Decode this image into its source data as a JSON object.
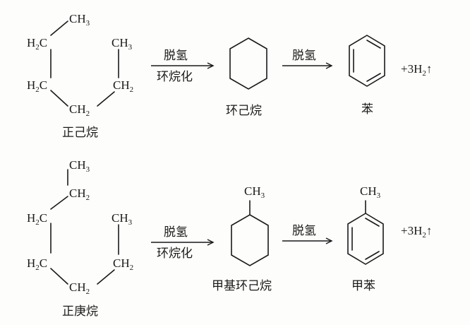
{
  "reaction1": {
    "reactant": {
      "name": "正己烷",
      "groups": {
        "top": {
          "main": "CH",
          "sub": "3"
        },
        "upper_left": {
          "pre": "H",
          "sub": "2",
          "post": "C"
        },
        "upper_right": {
          "main": "CH",
          "sub": "3"
        },
        "mid_left": {
          "pre": "H",
          "sub": "2",
          "post": "C"
        },
        "mid_right": {
          "main": "CH",
          "sub": "2"
        },
        "bottom": {
          "main": "CH",
          "sub": "2"
        }
      }
    },
    "step1": {
      "line1": "脱氢",
      "line2": "环烷化"
    },
    "intermediate": {
      "name": "环己烷"
    },
    "step2": {
      "label": "脱氢"
    },
    "product": {
      "name": "苯"
    },
    "byproduct": {
      "pre": "+3H",
      "sub": "2",
      "arrow": "↑"
    }
  },
  "reaction2": {
    "reactant": {
      "name": "正庚烷",
      "groups": {
        "top": {
          "main": "CH",
          "sub": "3"
        },
        "second": {
          "main": "CH",
          "sub": "2"
        },
        "upper_left": {
          "pre": "H",
          "sub": "2",
          "post": "C"
        },
        "upper_right": {
          "main": "CH",
          "sub": "3"
        },
        "mid_left": {
          "pre": "H",
          "sub": "2",
          "post": "C"
        },
        "mid_right": {
          "main": "CH",
          "sub": "2"
        },
        "bottom": {
          "main": "CH",
          "sub": "2"
        }
      }
    },
    "step1": {
      "line1": "脱氢",
      "line2": "环烷化"
    },
    "intermediate": {
      "name": "甲基环己烷",
      "substituent": {
        "main": "CH",
        "sub": "3"
      }
    },
    "step2": {
      "label": "脱氢"
    },
    "product": {
      "name": "甲苯",
      "substituent": {
        "main": "CH",
        "sub": "3"
      }
    },
    "byproduct": {
      "pre": "+3H",
      "sub": "2",
      "arrow": "↑"
    }
  }
}
